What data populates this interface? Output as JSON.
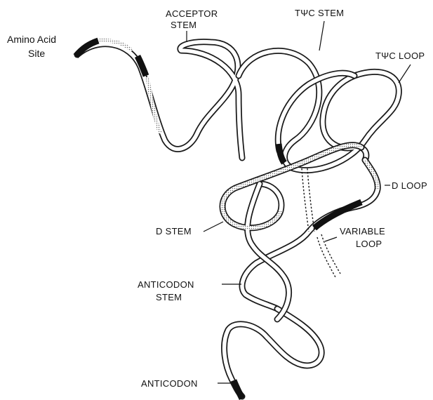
{
  "labels": {
    "amino_acid_site": [
      "Amino Acid",
      "Site"
    ],
    "acceptor_stem": [
      "ACCEPTOR",
      "STEM"
    ],
    "tpc_stem": "TΨC STEM",
    "tpc_loop": "TΨC LOOP",
    "d_loop": "D LOOP",
    "d_stem": "D STEM",
    "variable_loop": [
      "VARIABLE",
      "LOOP"
    ],
    "anticodon_stem": [
      "ANTICODON",
      "STEM"
    ],
    "anticodon": "ANTICODON"
  },
  "colors": {
    "outline": "#1a1a1a",
    "tube_fill": "#ffffff",
    "highlight": "#111111",
    "stipple": "#7a7a7a"
  }
}
